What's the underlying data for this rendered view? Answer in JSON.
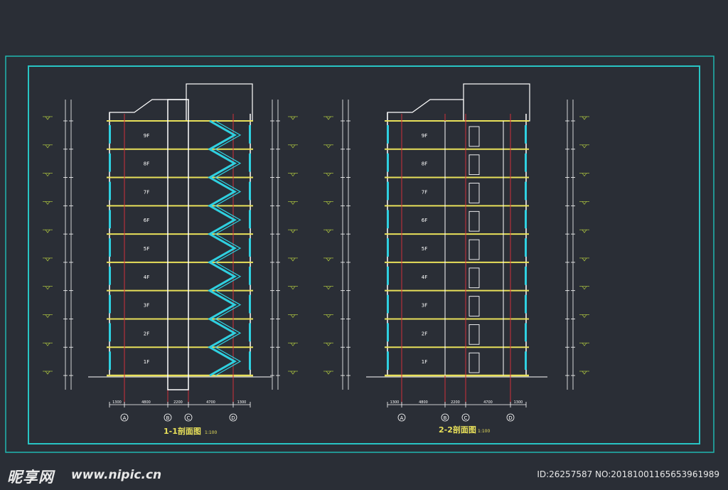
{
  "drawing": {
    "colors": {
      "background": "#2a2e36",
      "outer_frame": "#1fb7b0",
      "inner_frame": "#28c4c4",
      "wall": "#ffffff",
      "slab": "#e8e05a",
      "column": "#2fd0e0",
      "axis": "#d0303a",
      "dimension": "#ffffff",
      "elevation_text": "#b0c840",
      "stair": "#2fd0e0"
    },
    "floor_labels": [
      "1F",
      "2F",
      "3F",
      "4F",
      "5F",
      "6F",
      "7F",
      "8F",
      "9F"
    ],
    "section_1": {
      "title": "1-1剖面图",
      "scale": "1:100",
      "axis_labels": [
        "A",
        "B",
        "C",
        "D"
      ],
      "dims_bottom": [
        "1300",
        "4800",
        "2200",
        "4700",
        "1300"
      ]
    },
    "section_2": {
      "title": "2-2剖面图",
      "scale": "1:100",
      "axis_labels": [
        "A",
        "B",
        "C",
        "D"
      ],
      "dims_bottom": [
        "1300",
        "4800",
        "2200",
        "4700",
        "1300"
      ]
    }
  },
  "watermark": {
    "logo": "昵享网",
    "url": "www.nipic.cn",
    "id_text": "ID:26257587 NO:20181001165653961989"
  }
}
